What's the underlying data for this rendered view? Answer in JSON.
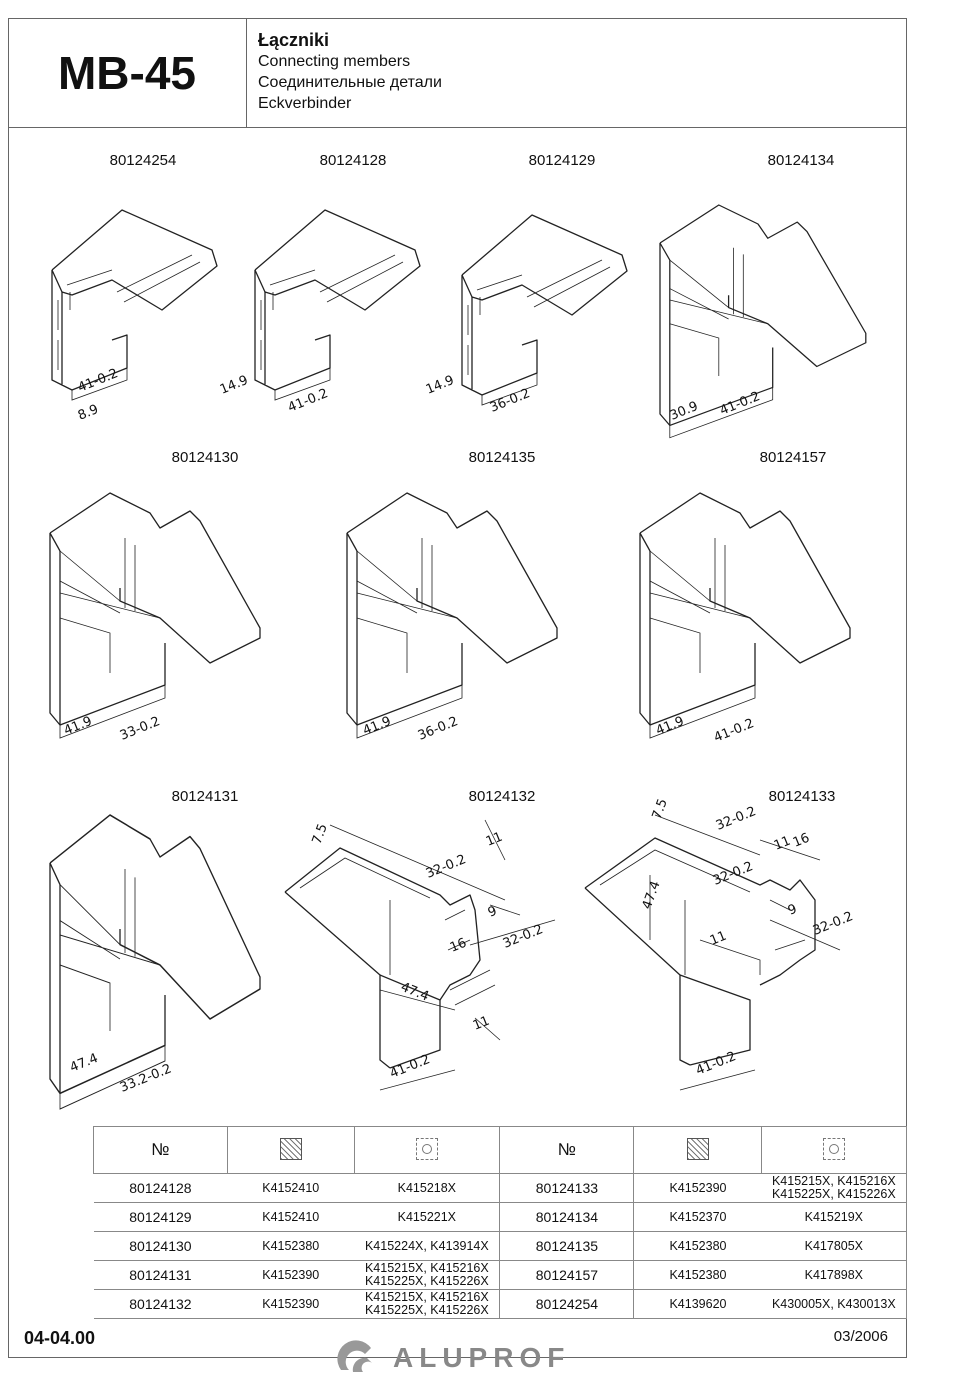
{
  "header": {
    "series": "MB-45",
    "titles": [
      "Łączniki",
      "Connecting members",
      "Соединительные детали",
      "Eckverbinder"
    ]
  },
  "drawings": [
    {
      "code": "80124254",
      "dims": [
        "41-0.2",
        "8.9"
      ]
    },
    {
      "code": "80124128",
      "dims": [
        "14.9",
        "41-0.2"
      ]
    },
    {
      "code": "80124129",
      "dims": [
        "14.9",
        "36-0.2"
      ]
    },
    {
      "code": "80124134",
      "dims": [
        "30.9",
        "41-0.2"
      ]
    },
    {
      "code": "80124130",
      "dims": [
        "41.9",
        "33-0.2"
      ]
    },
    {
      "code": "80124135",
      "dims": [
        "41.9",
        "36-0.2"
      ]
    },
    {
      "code": "80124157",
      "dims": [
        "41.9",
        "41-0.2"
      ]
    },
    {
      "code": "80124131",
      "dims": [
        "47.4",
        "33.2-0.2"
      ]
    },
    {
      "code": "80124132",
      "dims": [
        "7.5",
        "11",
        "32-0.2",
        "9",
        "16",
        "32-0.2",
        "47.4",
        "11",
        "41-0.2"
      ]
    },
    {
      "code": "80124133",
      "dims": [
        "7.5",
        "32-0.2",
        "11",
        "16",
        "32-0.2",
        "47.4",
        "9",
        "11",
        "32-0.2",
        "41-0.2"
      ]
    }
  ],
  "table": {
    "no_header": "№",
    "profile_icon": "hatched-profile-icon",
    "gasket_icon": "gasket-icon",
    "left": [
      {
        "no": "80124128",
        "profile": "K4152410",
        "gasket": [
          "K415218X"
        ]
      },
      {
        "no": "80124129",
        "profile": "K4152410",
        "gasket": [
          "K415221X"
        ]
      },
      {
        "no": "80124130",
        "profile": "K4152380",
        "gasket": [
          "K415224X, K413914X"
        ]
      },
      {
        "no": "80124131",
        "profile": "K4152390",
        "gasket": [
          "K415215X, K415216X",
          "K415225X, K415226X"
        ]
      },
      {
        "no": "80124132",
        "profile": "K4152390",
        "gasket": [
          "K415215X, K415216X",
          "K415225X, K415226X"
        ]
      }
    ],
    "right": [
      {
        "no": "80124133",
        "profile": "K4152390",
        "gasket": [
          "K415215X, K415216X",
          "K415225X, K415226X"
        ]
      },
      {
        "no": "80124134",
        "profile": "K4152370",
        "gasket": [
          "K415219X"
        ]
      },
      {
        "no": "80124135",
        "profile": "K4152380",
        "gasket": [
          "K417805X"
        ]
      },
      {
        "no": "80124157",
        "profile": "K4152380",
        "gasket": [
          "K417898X"
        ]
      },
      {
        "no": "80124254",
        "profile": "K4139620",
        "gasket": [
          "K430005X, K430013X"
        ]
      }
    ]
  },
  "footer": {
    "doc_number": "04-04.00",
    "date": "03/2006",
    "logo": "ALUPROF"
  }
}
